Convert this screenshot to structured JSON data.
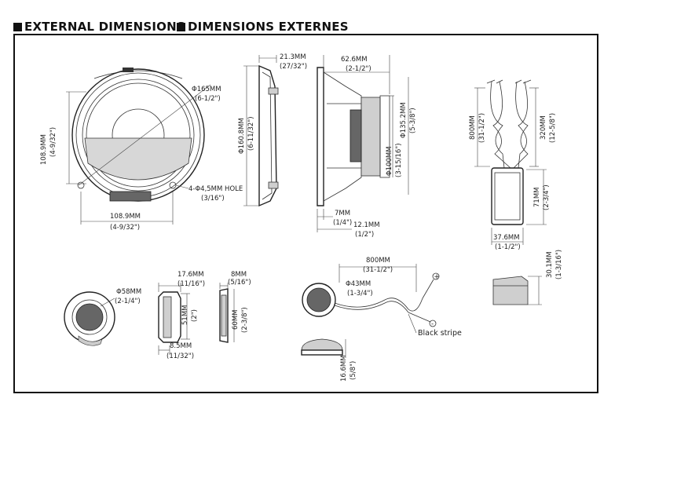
{
  "header": {
    "title_en": "EXTERNAL DIMENSIONS",
    "title_fr": "DIMENSIONS EXTERNES"
  },
  "woofer_front": {
    "diameter": "Φ165MM",
    "diameter_in": "(6-1/2\")",
    "height": "108.9MM",
    "height_in": "(4-9/32\")",
    "width": "108.9MM",
    "width_in": "(4-9/32\")",
    "hole": "4-Φ4,5MM HOLE",
    "hole_in": "(3/16\")"
  },
  "woofer_side": {
    "depth": "21.3MM",
    "depth_in": "(27/32\")",
    "diameter": "Φ160.8MM",
    "diameter_in": "(6-11/32\")"
  },
  "woofer_profile": {
    "magnet_depth": "62.6MM",
    "magnet_depth_in": "(2-1/2\")",
    "outer": "Φ135.2MM",
    "outer_in": "(5-3/8\")",
    "magnet_dia": "Φ100MM",
    "magnet_dia_in": "(3-15/16\")",
    "flange": "7MM",
    "flange_in": "(1/4\")",
    "total": "12.1MM",
    "total_in": "(1/2\")"
  },
  "crossover": {
    "wire_length": "800MM",
    "wire_length_in": "(31-1/2\")",
    "lead_length": "320MM",
    "lead_length_in": "(12-5/8\")",
    "height": "71MM",
    "height_in": "(2-3/4\")",
    "width": "37.6MM",
    "width_in": "(1-1/2\")",
    "depth": "30.1MM",
    "depth_in": "(1-3/16\")"
  },
  "tweeter_front": {
    "diameter": "Φ58MM",
    "diameter_in": "(2-1/4\")"
  },
  "tweeter_side": {
    "depth": "17.6MM",
    "depth_in": "(11/16\")",
    "height": "51MM",
    "height_in": "(2\")",
    "flange": "8.5MM",
    "flange_in": "(11/32\")"
  },
  "tweeter_ring": {
    "thickness": "8MM",
    "thickness_in": "(5/16\")",
    "height": "60MM",
    "height_in": "(2-3/8\")"
  },
  "tweeter_surface": {
    "wire_length": "800MM",
    "wire_length_in": "(31-1/2\")",
    "diameter": "Φ43MM",
    "diameter_in": "(1-3/4\")",
    "plus": "+",
    "minus": "-",
    "stripe": "Black stripe",
    "height": "16.6MM",
    "height_in": "(5/8\")"
  }
}
